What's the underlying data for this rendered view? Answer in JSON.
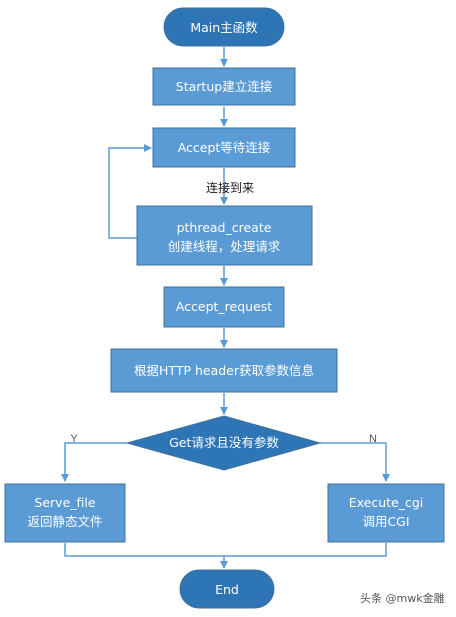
{
  "colors": {
    "node_fill": "#5B9BD5",
    "node_stroke": "#41719C",
    "decision_fill": "#2E75B6",
    "edge": "#5B9BD5",
    "text": "#ffffff"
  },
  "nodes": {
    "main": "Main主函数",
    "startup": "Startup建立连接",
    "accept": "Accept等待连接",
    "pthread_line1": "pthread_create",
    "pthread_line2": "创建线程，处理请求",
    "accept_request": "Accept_request",
    "parse_header": "根据HTTP header获取参数信息",
    "decision": "Get请求且没有参数",
    "serve_line1": "Serve_file",
    "serve_line2": "返回静态文件",
    "cgi_line1": "Execute_cgi",
    "cgi_line2": "调用CGI",
    "end": "End"
  },
  "edges": {
    "accept_to_pthread": "连接到来",
    "yes": "Y",
    "no": "N"
  },
  "watermark": "头条 @mwk金雕"
}
